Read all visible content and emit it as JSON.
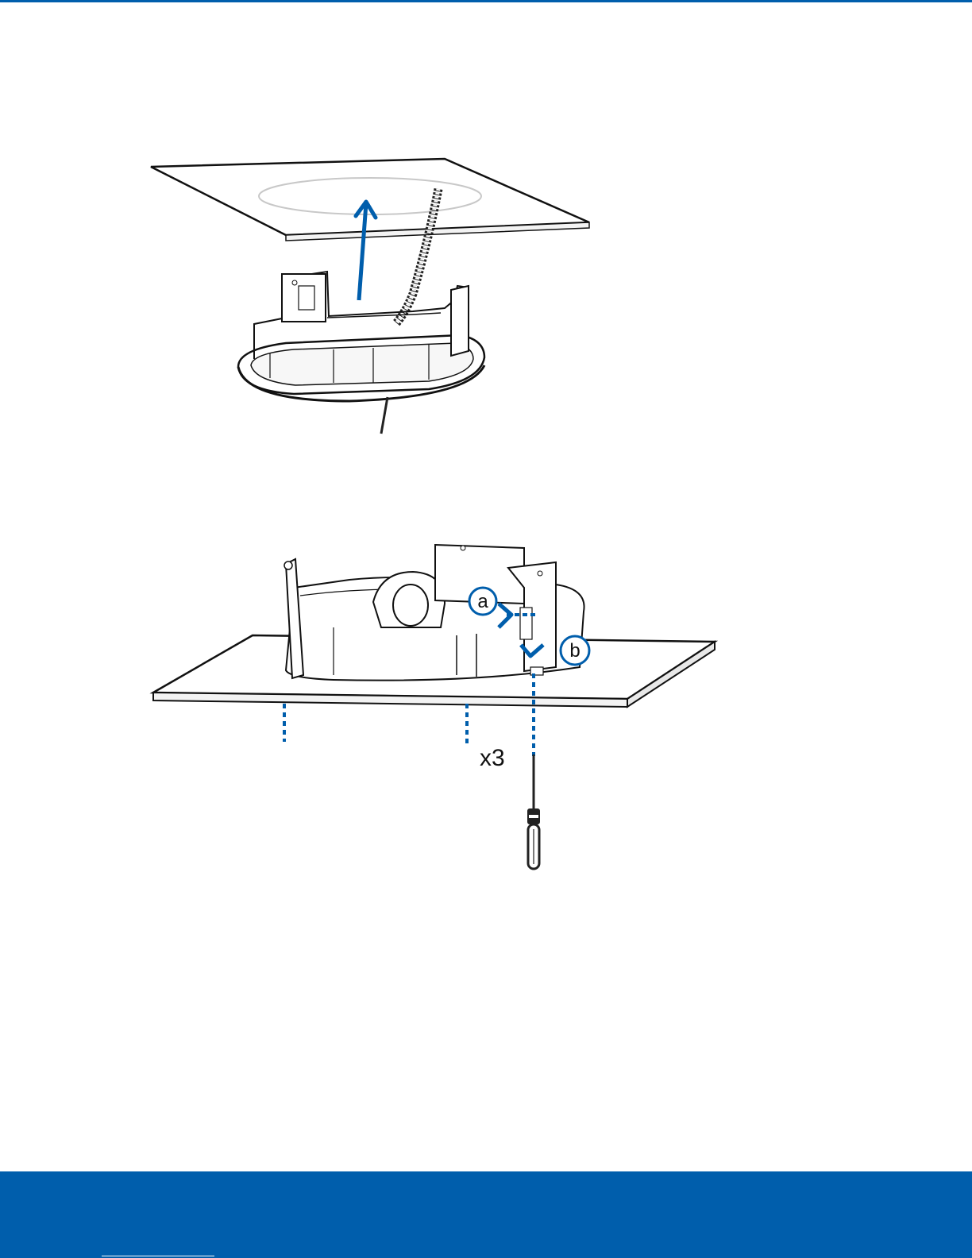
{
  "colors": {
    "accent": "#005EAC",
    "line": "#111111",
    "footer": "#005EAC",
    "footer_link": "#ffffff"
  },
  "figure1": {
    "icons": [
      "ceiling-tile",
      "in-ceiling-mount-bracket",
      "flexible-conduit",
      "lift-arrow"
    ]
  },
  "figure2": {
    "callouts": {
      "a": "a",
      "b": "b"
    },
    "quantity_label": "x3",
    "icons": [
      "ceiling-tile",
      "mount-bracket",
      "screw-guide-lines",
      "screwdriver"
    ]
  }
}
